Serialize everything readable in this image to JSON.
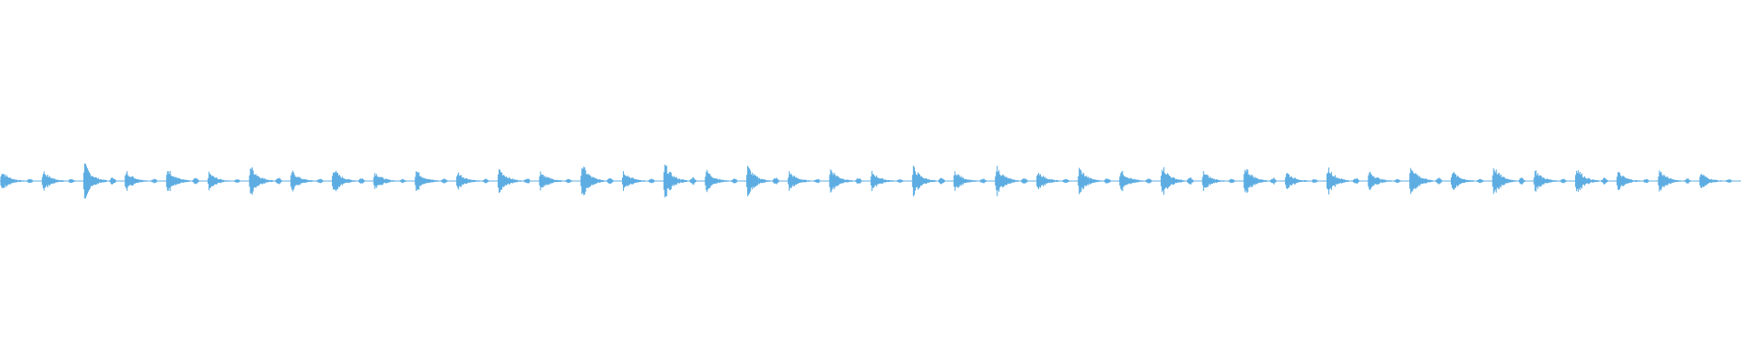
{
  "waveform": {
    "color": "#5DADE2",
    "background": "#FFFFFF",
    "beat_count": 42,
    "pattern": "percussive-burst-then-small-tail",
    "burst_amplitudes": [
      0.55,
      0.55,
      0.9,
      0.55,
      0.7,
      0.45,
      0.85,
      0.55,
      0.7,
      0.5,
      0.6,
      0.5,
      0.7,
      0.55,
      0.9,
      0.55,
      0.9,
      0.6,
      0.8,
      0.5,
      0.7,
      0.5,
      0.75,
      0.55,
      0.8,
      0.55,
      0.7,
      0.6,
      0.85,
      0.5,
      0.8,
      0.5,
      0.75,
      0.55,
      0.85,
      0.55,
      0.8,
      0.6,
      0.75,
      0.5,
      0.6,
      0.45
    ]
  }
}
